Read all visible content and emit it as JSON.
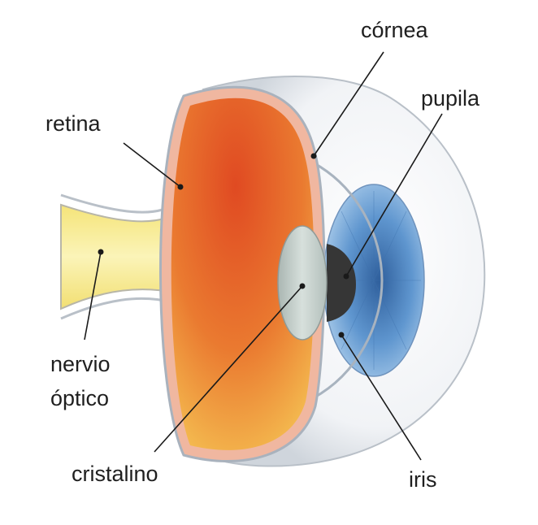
{
  "labels": {
    "cornea": "córnea",
    "pupila": "pupila",
    "retina": "retina",
    "nervio_line1": "nervio",
    "nervio_line2": "óptico",
    "cristalino": "cristalino",
    "iris": "iris"
  },
  "colors": {
    "sclera": "#e9ecef",
    "retina_inner": "#e8662a",
    "retina_outer": "#f2b04c",
    "optic_nerve": "#f7ec9a",
    "iris": "#5b8fc9",
    "pupil": "#3a3a3a",
    "lens": "#c9d4d0",
    "cornea_tissue": "#f0b9a4"
  }
}
